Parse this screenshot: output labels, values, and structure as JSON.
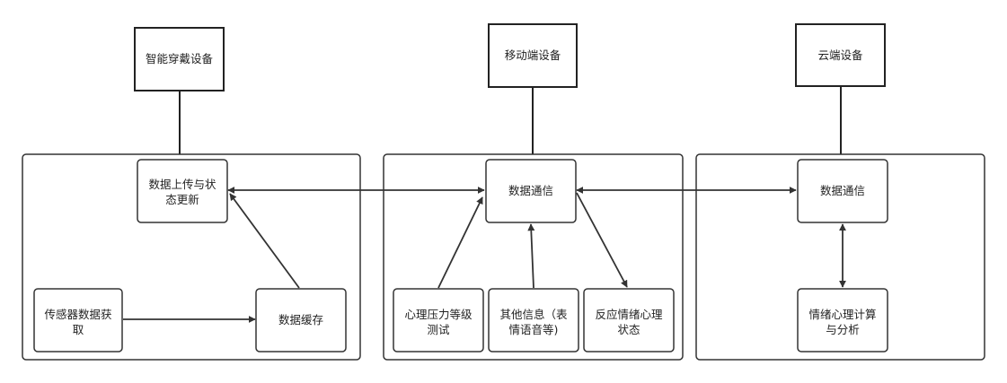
{
  "device_labels": {
    "wearable": "智能穿戴设备",
    "mobile": "移动端设备",
    "cloud": "云端设备"
  },
  "wearable": {
    "upload": [
      "数据上传与状",
      "态更新"
    ],
    "sensor": [
      "传感器数据获",
      "取"
    ],
    "cache": [
      "数据缓存"
    ]
  },
  "mobile": {
    "comm": [
      "数据通信"
    ],
    "stress": [
      "心理压力等级",
      "测试"
    ],
    "other": [
      "其他信息（表",
      "情语音等)"
    ],
    "react": [
      "反应情绪心理",
      "状态"
    ]
  },
  "cloud": {
    "comm": [
      "数据通信"
    ],
    "analysis": [
      "情绪心理计算",
      "与分析"
    ]
  },
  "colors": {
    "stroke": "#333333",
    "heavy_stroke": "#222222",
    "text": "#222222",
    "background": "#ffffff"
  }
}
